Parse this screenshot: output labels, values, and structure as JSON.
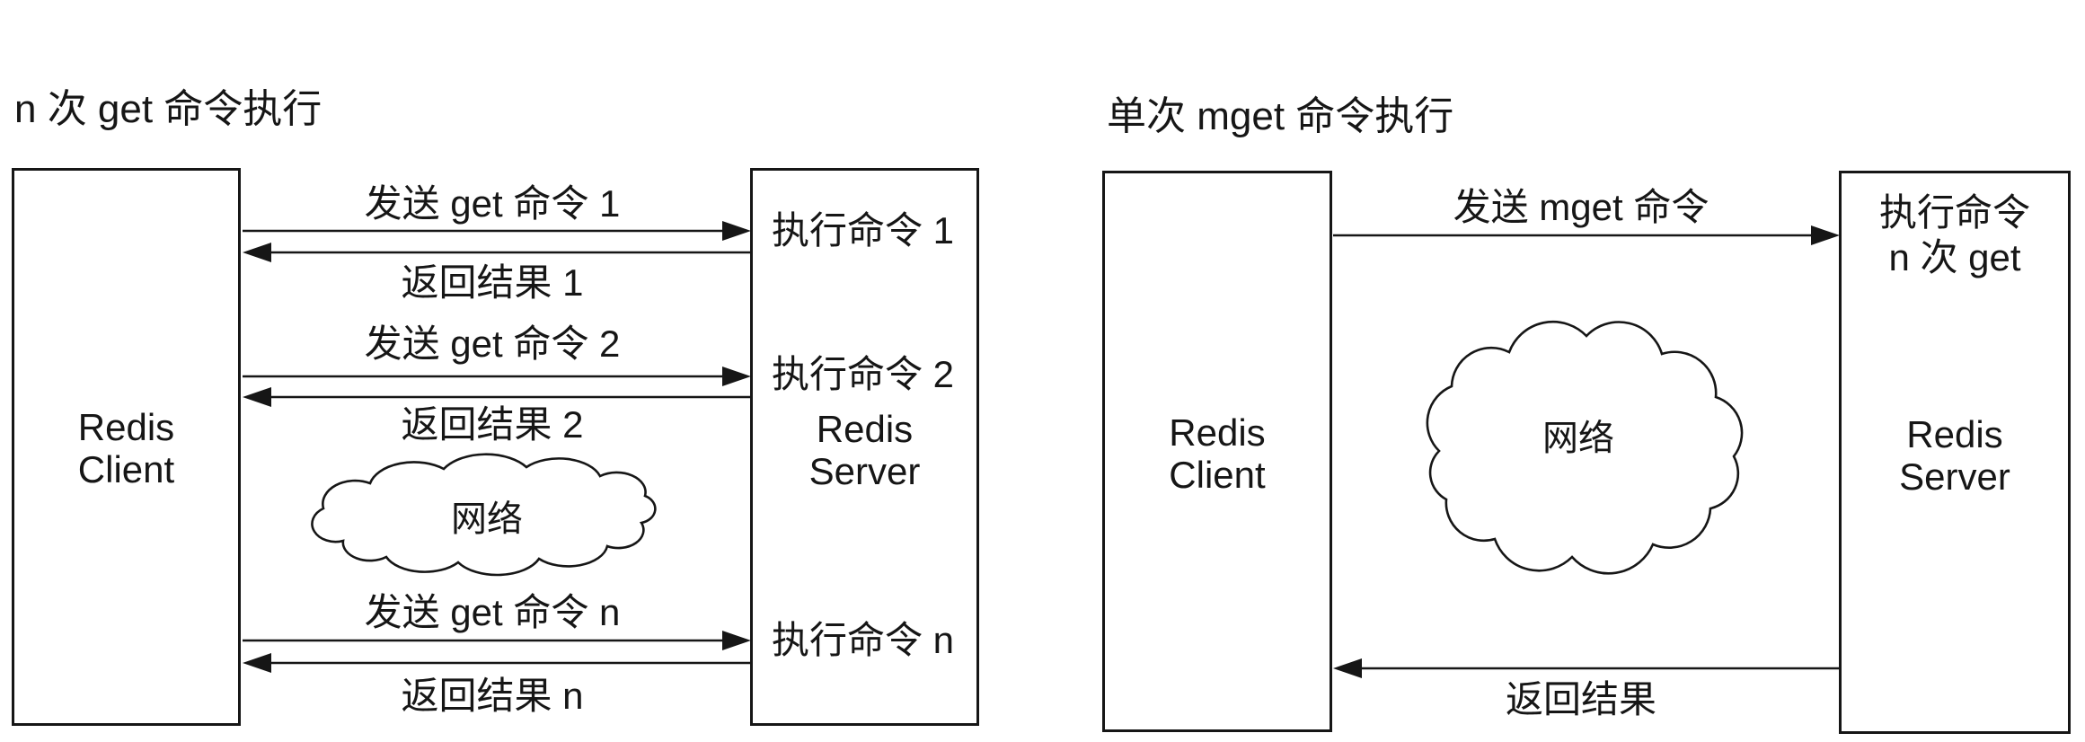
{
  "colors": {
    "ink": "#161616",
    "background": "#ffffff"
  },
  "left": {
    "title": "n 次 get 命令执行",
    "client_label": "Redis\nClient",
    "server_label": "Redis\nServer",
    "network_label": "网络",
    "server_steps": [
      "执行命令 1",
      "执行命令 2",
      "执行命令 n"
    ],
    "messages": [
      {
        "send": "发送 get 命令 1",
        "return": "返回结果 1"
      },
      {
        "send": "发送 get 命令 2",
        "return": "返回结果 2"
      },
      {
        "send": "发送 get 命令 n",
        "return": "返回结果 n"
      }
    ]
  },
  "right": {
    "title": "单次 mget 命令执行",
    "client_label": "Redis\nClient",
    "server_label": "Redis\nServer",
    "server_step": "执行命令\nn 次 get",
    "send_label": "发送 mget 命令",
    "return_label": "返回结果",
    "network_label": "网络",
    "cursor_icon": "move-crosshair-cursor"
  }
}
